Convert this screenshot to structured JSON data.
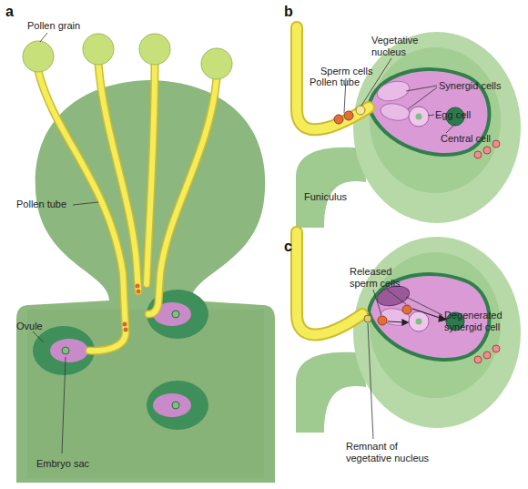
{
  "diagram": {
    "labels": [
      "a",
      "Pollen grain",
      "Pollen tube",
      "Ovule",
      "Embryo sac",
      "b",
      "Pollen tube",
      "Vegetative nucleus",
      "Sperm cells",
      "Synergid cells",
      "Egg cell",
      "Central cell",
      "Funiculus",
      "c",
      "Released sperm cells",
      "Degenerated synergid cell",
      "Remnant of vegetative nucleus"
    ]
  }
}
